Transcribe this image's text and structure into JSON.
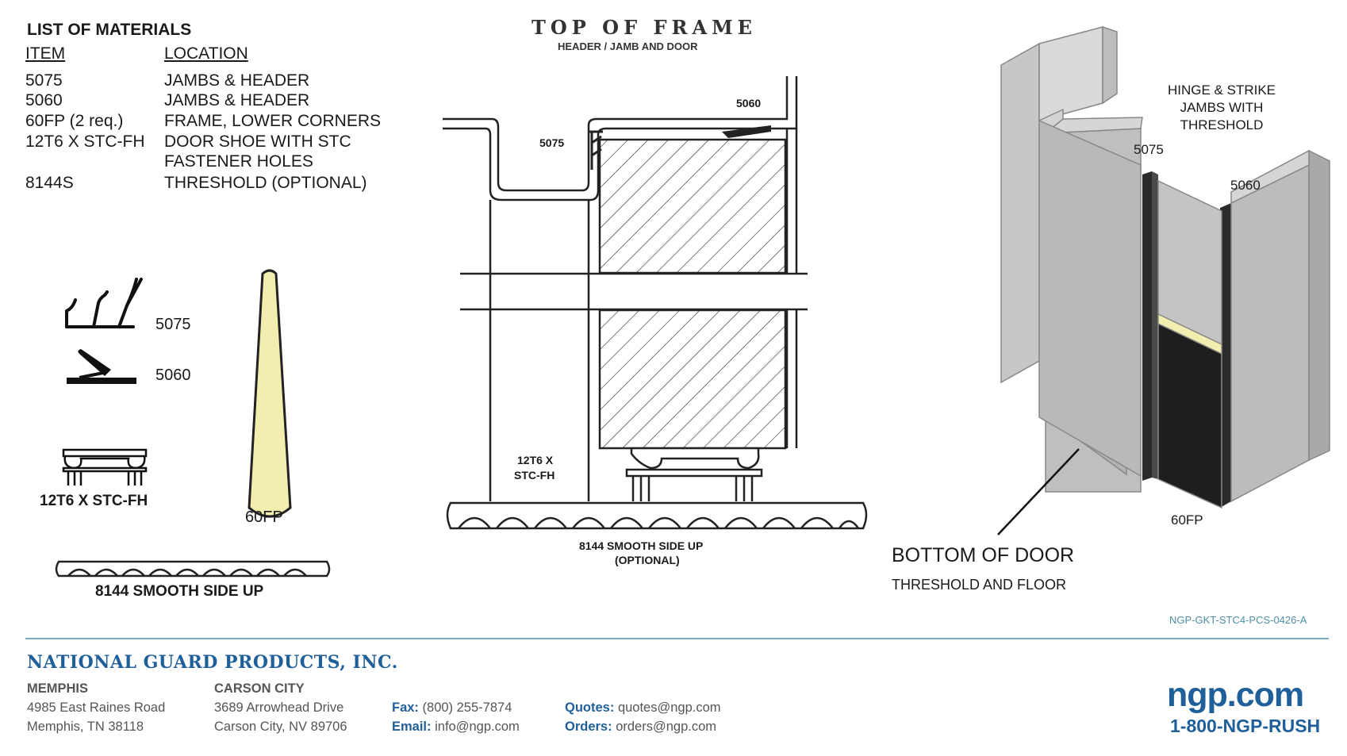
{
  "materials": {
    "title": "LIST OF MATERIALS",
    "col_item": "ITEM",
    "col_location": "LOCATION",
    "rows": [
      {
        "item": "5075",
        "location": "JAMBS & HEADER"
      },
      {
        "item": "5060",
        "location": "JAMBS & HEADER"
      },
      {
        "item": "60FP (2 req.)",
        "location": "FRAME, LOWER CORNERS"
      },
      {
        "item": "12T6 X STC-FH",
        "location": "DOOR SHOE WITH STC"
      },
      {
        "item": "",
        "location": "FASTENER HOLES"
      },
      {
        "item": "8144S",
        "location": "THRESHOLD (OPTIONAL)"
      }
    ]
  },
  "parts": {
    "p5075": "5075",
    "p5060": "5060",
    "p12t6": "12T6 X STC-FH",
    "p60fp": "60FP",
    "p8144": "8144 SMOOTH SIDE UP"
  },
  "section": {
    "title": "TOP OF FRAME",
    "subtitle": "HEADER / JAMB AND DOOR",
    "label_5060": "5060",
    "label_5075": "5075",
    "label_12t6_a": "12T6 X",
    "label_12t6_b": "STC-FH",
    "label_8144_a": "8144 SMOOTH SIDE UP",
    "label_8144_b": "(OPTIONAL)"
  },
  "iso": {
    "heading_1": "HINGE & STRIKE",
    "heading_2": "JAMBS WITH",
    "heading_3": "THRESHOLD",
    "label_5075": "5075",
    "label_5060": "5060",
    "label_60fp": "60FP",
    "bottom_title": "BOTTOM OF DOOR",
    "bottom_sub": "THRESHOLD AND FLOOR"
  },
  "doc_id": "NGP-GKT-STC4-PCS-0426-A",
  "footer": {
    "company": "NATIONAL GUARD PRODUCTS, INC.",
    "memphis": {
      "city": "MEMPHIS",
      "line1": "4985 East Raines Road",
      "line2": "Memphis, TN 38118"
    },
    "carson": {
      "city": "CARSON CITY",
      "line1": "3689 Arrowhead Drive",
      "line2": "Carson City, NV 89706"
    },
    "fax_label": "Fax:",
    "fax": "(800) 255-7874",
    "email_label": "Email:",
    "email": "info@ngp.com",
    "quotes_label": "Quotes:",
    "quotes": "quotes@ngp.com",
    "orders_label": "Orders:",
    "orders": "orders@ngp.com",
    "site": "ngp.com",
    "phone": "1-800-NGP-RUSH"
  },
  "colors": {
    "brand_blue": "#1f5f9a",
    "rule_teal": "#4f8ea8",
    "seal_yellow": "#f2eeb0",
    "frame_gray": "#b8b8b8"
  }
}
